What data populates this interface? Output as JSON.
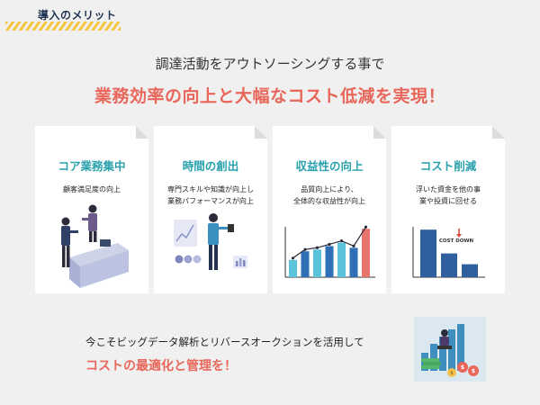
{
  "header": {
    "tag_label": "導入のメリット"
  },
  "intro": {
    "subtitle": "調達活動をアウトソーシングする事で",
    "headline": "業務効率の向上と大幅なコスト低減を実現！"
  },
  "cards": [
    {
      "title": "コア業務集中",
      "lines": [
        "顧客満足度の向上"
      ]
    },
    {
      "title": "時間の創出",
      "lines": [
        "専門スキルや知識が向上し",
        "業務パフォーマンスが向上"
      ]
    },
    {
      "title": "収益性の向上",
      "lines": [
        "品質向上により、",
        "全体的な収益性が向上"
      ]
    },
    {
      "title": "コスト削減",
      "lines": [
        "浮いた資金を他の事",
        "業や投資に回せる"
      ]
    }
  ],
  "revenue_chart": {
    "values": [
      2,
      3,
      3.2,
      3.6,
      4,
      3.4,
      5.6
    ]
  },
  "cost_chart": {
    "values": [
      4.4,
      2.2,
      1.2
    ],
    "label": "COST DOWN"
  },
  "closing": {
    "text": "今こそビッグデータ解析とリバースオークションを活用して",
    "highlight": "コストの最適化と管理を！"
  },
  "colors": {
    "accent": "#e8665a",
    "teal": "#2aa1ad",
    "navy": "#1e3350",
    "yellow": "#f6c542"
  }
}
